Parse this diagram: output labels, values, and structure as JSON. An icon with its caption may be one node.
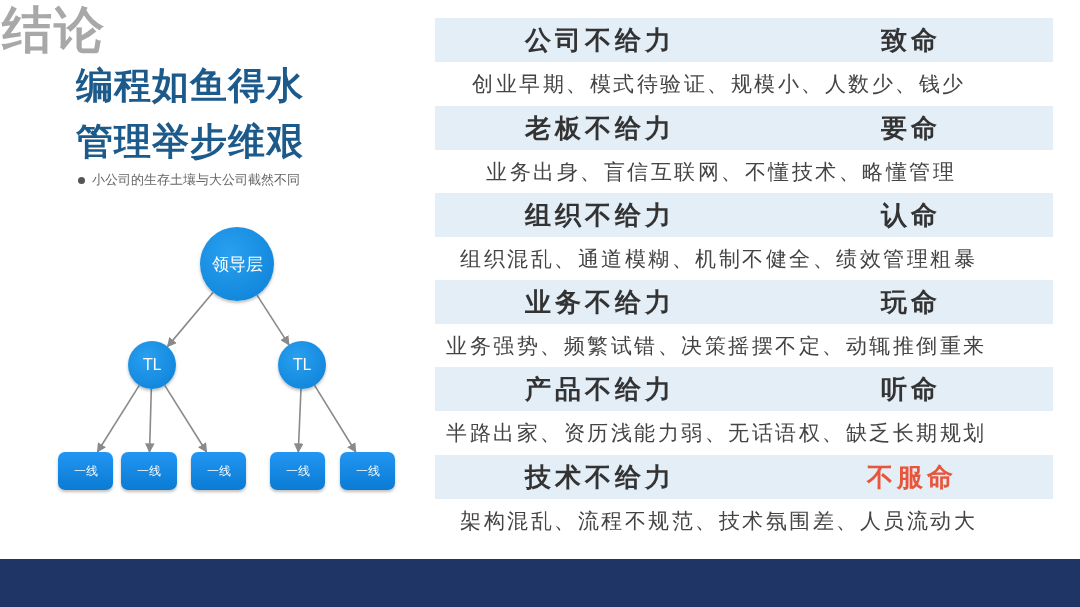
{
  "diagram": {
    "title": "编程如鱼得水管理举步维艰",
    "nodes": [
      {
        "text": [
          "领导层"
        ]
      },
      {
        "text": [
          "TL"
        ]
      },
      {
        "text": [
          "TL"
        ]
      },
      {
        "text": [
          "一线"
        ]
      },
      {
        "text": [
          "一线"
        ]
      },
      {
        "text": [
          "一线"
        ]
      },
      {
        "text": [
          "一线"
        ]
      },
      {
        "text": [
          "一线"
        ]
      }
    ],
    "edges": [
      {
        "from": 0,
        "to": 1,
        "arrow": "to"
      },
      {
        "from": 0,
        "to": 2,
        "arrow": "to"
      },
      {
        "from": 1,
        "to": 3,
        "arrow": "to"
      },
      {
        "from": 1,
        "to": 4,
        "arrow": "to"
      },
      {
        "from": 1,
        "to": 5,
        "arrow": "to"
      },
      {
        "from": 2,
        "to": 6,
        "arrow": "to"
      },
      {
        "from": 2,
        "to": 7,
        "arrow": "to"
      }
    ],
    "labels": [
      "结论",
      "小公司的生存土壤与大公司截然不同",
      "公司不给力",
      "致命",
      "创业早期、模式待验证、规模小、人数少、钱少",
      "老板不给力",
      "要命",
      "业务出身、盲信互联网、不懂技术、略懂管理",
      "组织不给力",
      "认命",
      "组织混乱、通道模糊、机制不健全、绩效管理粗暴",
      "业务不给力",
      "玩命",
      "业务强势、频繁试错、决策摇摆不定、动辄推倒重来",
      "产品不给力",
      "听命",
      "半路出家、资历浅能力弱、无话语权、缺乏长期规划",
      "技术不给力",
      "不服命",
      "架构混乱、流程不规范、技术氛围差、人员流动大"
    ]
  }
}
